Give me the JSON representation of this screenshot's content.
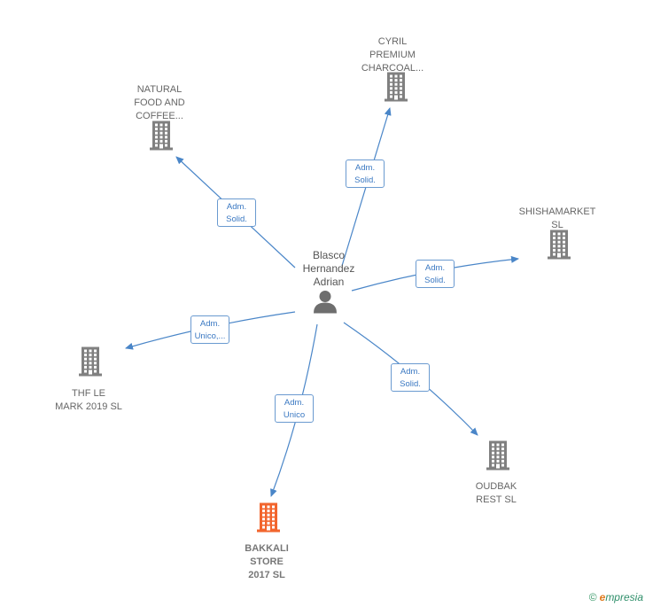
{
  "center": {
    "label": "Blasco\nHernandez\nAdrian",
    "icon": "person-icon"
  },
  "companies": [
    {
      "id": "natural",
      "label": "NATURAL\nFOOD AND\nCOFFEE...",
      "color": "#808080",
      "icon": "building-icon",
      "highlight": false
    },
    {
      "id": "cyril",
      "label": "CYRIL\nPREMIUM\nCHARCOAL...",
      "color": "#808080",
      "icon": "building-icon",
      "highlight": false
    },
    {
      "id": "shisha",
      "label": "SHISHAMARKET\nSL",
      "color": "#808080",
      "icon": "building-icon",
      "highlight": false
    },
    {
      "id": "thf",
      "label": "THF LE\nMARK 2019  SL",
      "color": "#808080",
      "icon": "building-icon",
      "highlight": false
    },
    {
      "id": "oudbak",
      "label": "OUDBAK\nREST  SL",
      "color": "#808080",
      "icon": "building-icon",
      "highlight": false
    },
    {
      "id": "bakkali",
      "label": "BAKKALI\nSTORE\n2017  SL",
      "color": "#f2652d",
      "icon": "building-icon",
      "highlight": true
    }
  ],
  "edges": [
    {
      "to": "natural",
      "label": "Adm.\nSolid."
    },
    {
      "to": "cyril",
      "label": "Adm.\nSolid."
    },
    {
      "to": "shisha",
      "label": "Adm.\nSolid."
    },
    {
      "to": "thf",
      "label": "Adm.\nUnico,..."
    },
    {
      "to": "oudbak",
      "label": "Adm.\nSolid."
    },
    {
      "to": "bakkali",
      "label": "Adm.\nUnico"
    }
  ],
  "colors": {
    "edge": "#4a86c8",
    "node": "#808080",
    "highlight": "#f2652d"
  },
  "brand": {
    "copyright": "©",
    "name_initial": "e",
    "name_rest": "mpresia"
  }
}
